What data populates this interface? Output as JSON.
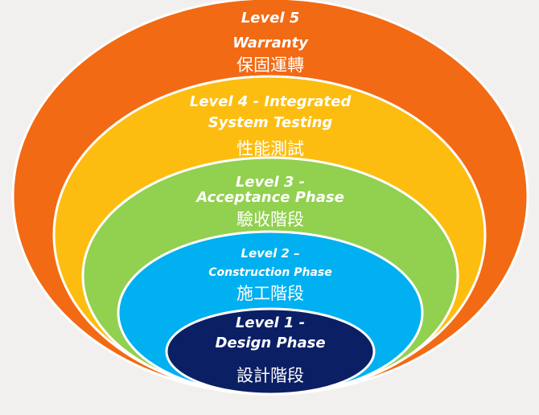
{
  "colors": {
    "background": "#f1f0ef",
    "level5": "#f26a13",
    "level4": "#fdbd10",
    "level3": "#92d050",
    "level2": "#00b0f0",
    "level1": "#0b1f65",
    "ring_stroke": "#ffffff",
    "text": "#ffffff"
  },
  "levels": [
    {
      "id": "level5",
      "title": "Level 5",
      "subtitle": "Warranty",
      "chinese": "保固運轉"
    },
    {
      "id": "level4",
      "title": "Level 4 - Integrated",
      "subtitle": "System Testing",
      "chinese": "性能測試"
    },
    {
      "id": "level3",
      "title": "Level 3 -",
      "subtitle": "Acceptance Phase",
      "chinese": "驗收階段"
    },
    {
      "id": "level2",
      "title": "Level 2 –",
      "subtitle": "Construction Phase",
      "chinese": "施工階段"
    },
    {
      "id": "level1",
      "title": "Level 1 -",
      "subtitle": "Design Phase",
      "chinese": "設計階段"
    }
  ]
}
